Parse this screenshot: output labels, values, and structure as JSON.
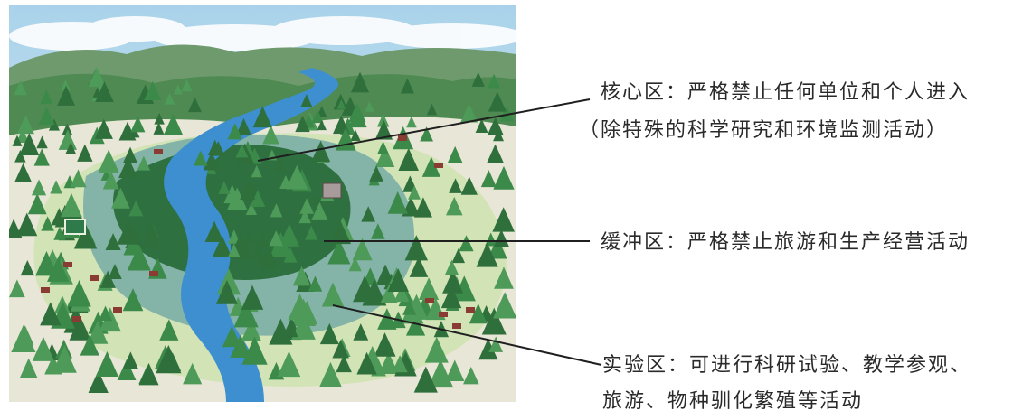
{
  "illustration": {
    "zones": [
      "core-zone",
      "buffer-zone",
      "experimental-zone"
    ],
    "colors": {
      "sky": "#dbeef8",
      "cloud": "#ffffff",
      "mountain_far": "#6f9a6e",
      "mountain_near": "#4f8a52",
      "forest_dark": "#2f6f3c",
      "core_zone": "#2e7040",
      "buffer_zone": "#7fb0a6",
      "experimental_zone": "#cfe2b2",
      "ground": "#e8e6d6",
      "river": "#3d8fcf",
      "tree": "#3c8a4a",
      "roof": "#8a3b34"
    }
  },
  "labels": {
    "core_line1": "核心区：严格禁止任何单位和个人进入",
    "core_line2": "（除特殊的科学研究和环境监测活动）",
    "buffer_line1": "缓冲区：严格禁止旅游和生产经营活动",
    "experimental_line1": "实验区：可进行科研试验、教学参观、",
    "experimental_line2": "旅游、物种驯化繁殖等活动"
  }
}
